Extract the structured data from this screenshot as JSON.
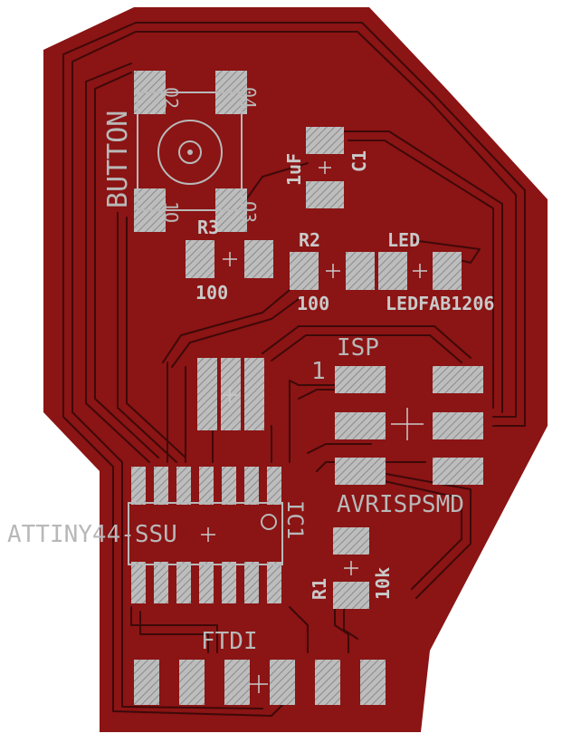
{
  "colors": {
    "background": "#ffffff",
    "copper": "#8b1414",
    "trace_gap": "#4a0a0a",
    "pad_fill": "#bcbcbc",
    "pad_hatch": "#8a8a8a",
    "silkscreen": "#b8b8b8"
  },
  "labels": {
    "button": "BUTTON",
    "button_pin2": "02",
    "button_pin4": "04",
    "button_pin1": "1O",
    "button_pin3": "O3",
    "r3": "R3",
    "r3_value": "100",
    "c1": "C1",
    "c1_value": "1uF",
    "r2": "R2",
    "r2_value": "100",
    "led": "LED",
    "led_value": "LEDFAB1206",
    "isp": "ISP",
    "isp_pin1": "1",
    "avrispsmd": "AVRISPSMD",
    "attiny": "ATTINY44-SSU",
    "ic1": "IC1",
    "r1": "R1",
    "r1_value": "10k",
    "ftdi": "FTDI"
  }
}
